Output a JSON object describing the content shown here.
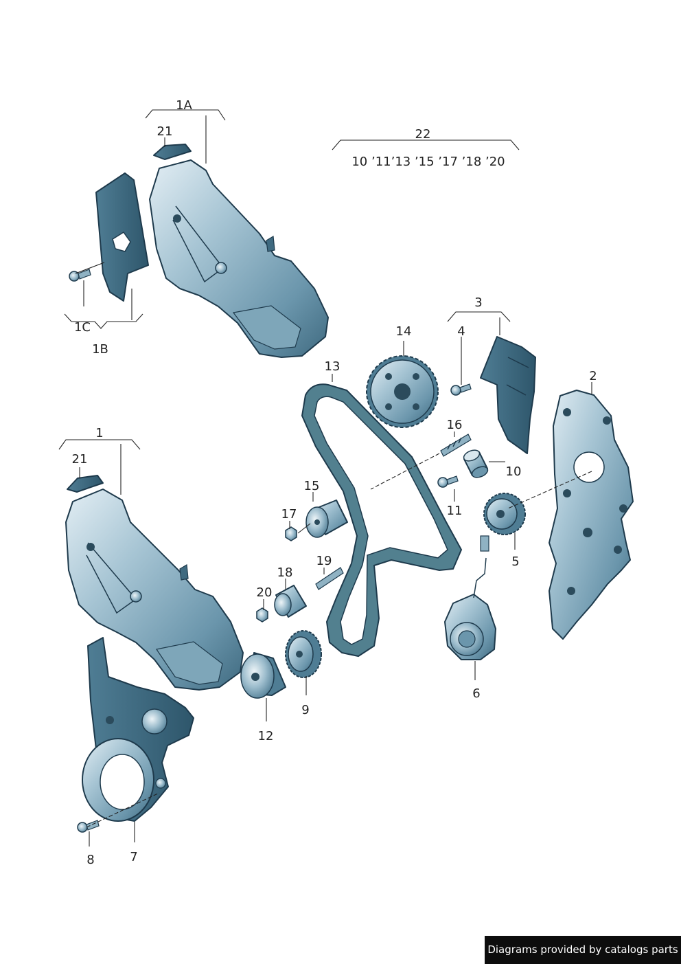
{
  "callouts": {
    "c1": "1",
    "c1A": "1A",
    "c1B": "1B",
    "c1C": "1C",
    "c2": "2",
    "c3": "3",
    "c4": "4",
    "c5": "5",
    "c6": "6",
    "c7": "7",
    "c8": "8",
    "c9": "9",
    "c10": "10",
    "c11": "11",
    "c12": "12",
    "c13": "13",
    "c14": "14",
    "c15": "15",
    "c16": "16",
    "c17": "17",
    "c18": "18",
    "c19": "19",
    "c20": "20",
    "c21a": "21",
    "c21b": "21",
    "c22": "22",
    "kit22_items": "10 ’11’13 ’15 ’17 ’18 ’20"
  },
  "footer": {
    "text": "Diagrams provided by catalogs parts"
  },
  "colors": {
    "part_fill": "#6b96ac",
    "part_light": "#b9d3e0",
    "outline": "#1e3a4c",
    "footer_bg": "#0d0d0d"
  }
}
